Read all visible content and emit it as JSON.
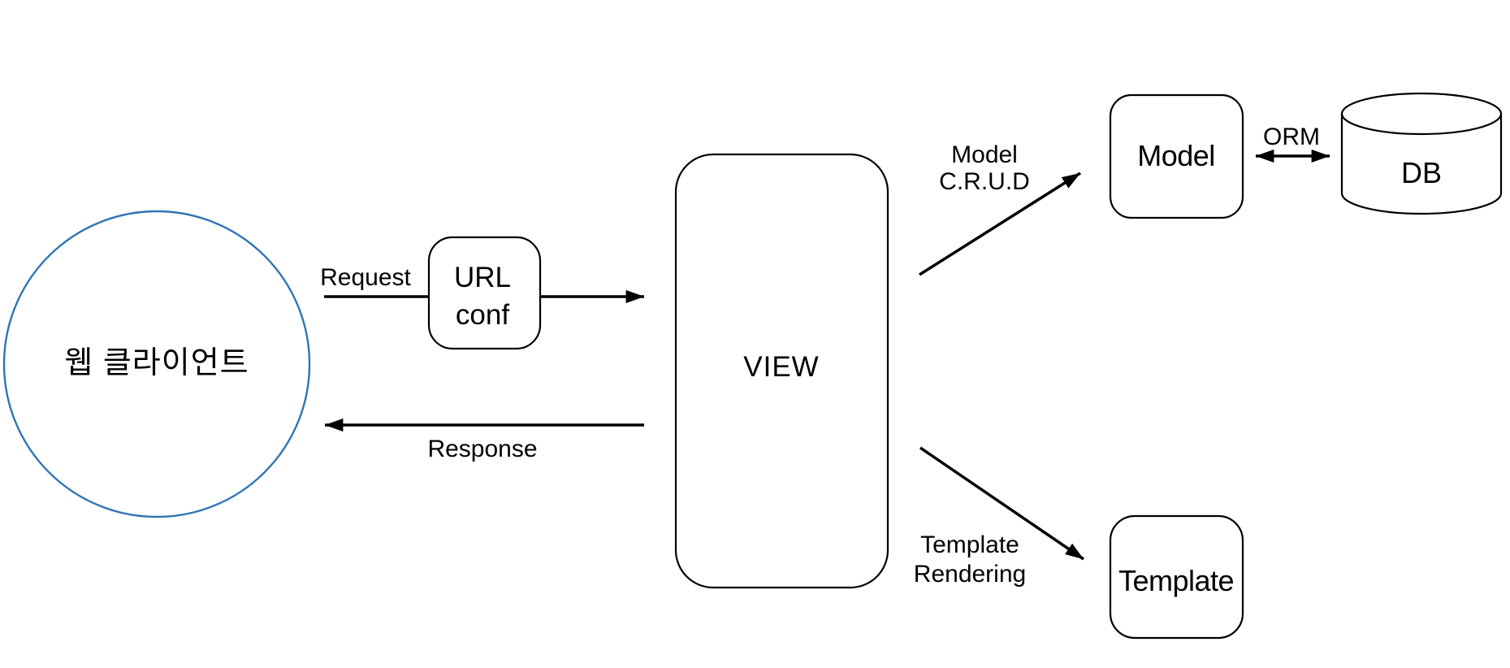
{
  "diagram": {
    "nodes": {
      "web_client": {
        "label": "웹 클라이언트"
      },
      "url_conf": {
        "label_line1": "URL",
        "label_line2": "conf"
      },
      "view": {
        "label": "VIEW"
      },
      "model": {
        "label": "Model"
      },
      "db": {
        "label": "DB"
      },
      "template": {
        "label": "Template"
      }
    },
    "edges": {
      "request": {
        "label": "Request",
        "from": "web_client",
        "to": "url_conf"
      },
      "urlconf_to_view": {
        "label": "",
        "from": "url_conf",
        "to": "view"
      },
      "response": {
        "label": "Response",
        "from": "view",
        "to": "web_client"
      },
      "model_crud": {
        "label_line1": "Model",
        "label_line2": "C.R.U.D",
        "from": "view",
        "to": "model"
      },
      "orm": {
        "label": "ORM",
        "from": "model",
        "to": "db",
        "bidirectional": true
      },
      "template_rendering": {
        "label_line1": "Template",
        "label_line2": "Rendering",
        "from": "view",
        "to": "template"
      }
    },
    "colors": {
      "client_accent": "#2E75B6",
      "line": "#000000",
      "background": "#FFFFFF"
    }
  }
}
